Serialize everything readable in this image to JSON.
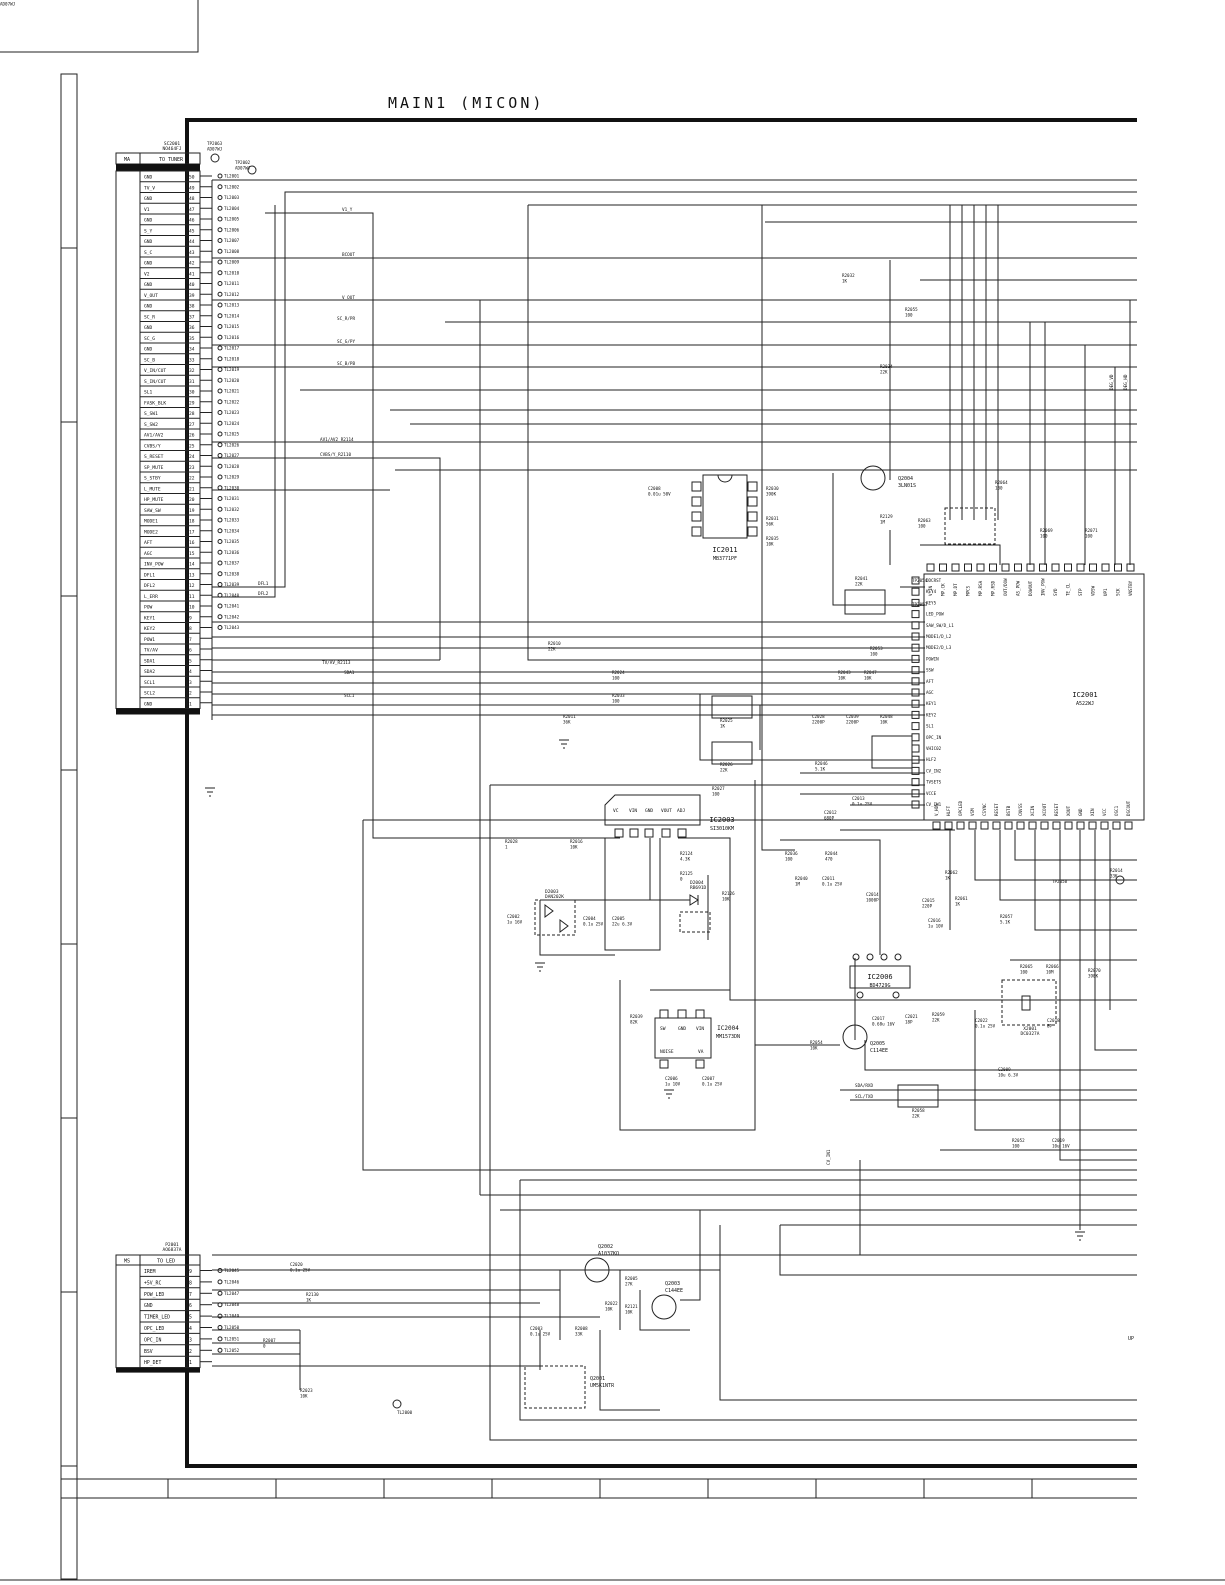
{
  "title": "MAIN1 (MICON)",
  "connector1": {
    "ref": "SC2001",
    "part": "NO464FJ",
    "code": "MA",
    "dest": "TO TUNER",
    "pins": [
      [
        "GND",
        "50"
      ],
      [
        "TV_V",
        "49"
      ],
      [
        "GND",
        "48"
      ],
      [
        "V1",
        "47"
      ],
      [
        "GND",
        "46"
      ],
      [
        "S_Y",
        "45"
      ],
      [
        "GND",
        "44"
      ],
      [
        "S_C",
        "43"
      ],
      [
        "GND",
        "42"
      ],
      [
        "V2",
        "41"
      ],
      [
        "GND",
        "40"
      ],
      [
        "V_OUT",
        "39"
      ],
      [
        "GND",
        "38"
      ],
      [
        "SC_R",
        "37"
      ],
      [
        "GND",
        "36"
      ],
      [
        "SC_G",
        "35"
      ],
      [
        "GND",
        "34"
      ],
      [
        "SC_B",
        "33"
      ],
      [
        "V_IN/CUT",
        "32"
      ],
      [
        "S_IN/CUT",
        "31"
      ],
      [
        "SL1",
        "30"
      ],
      [
        "FASK_BLK",
        "29"
      ],
      [
        "S_SW1",
        "28"
      ],
      [
        "S_SW2",
        "27"
      ],
      [
        "AV1/AV2",
        "26"
      ],
      [
        "CVBS/Y",
        "25"
      ],
      [
        "S_RESET",
        "24"
      ],
      [
        "SP_MUTE",
        "23"
      ],
      [
        "S_STBY",
        "22"
      ],
      [
        "L_MUTE",
        "21"
      ],
      [
        "HP_MUTE",
        "20"
      ],
      [
        "SAW_SW",
        "19"
      ],
      [
        "MODE1",
        "18"
      ],
      [
        "MODE2",
        "17"
      ],
      [
        "AFT",
        "16"
      ],
      [
        "AGC",
        "15"
      ],
      [
        "INV_POW",
        "14"
      ],
      [
        "DFL1",
        "13"
      ],
      [
        "DFL2",
        "12"
      ],
      [
        "L_ERR",
        "11"
      ],
      [
        "POW",
        "10"
      ],
      [
        "KEY1",
        "9"
      ],
      [
        "KEY2",
        "8"
      ],
      [
        "POW1",
        "7"
      ],
      [
        "TV/AV",
        "6"
      ],
      [
        "SDA1",
        "5"
      ],
      [
        "SDA2",
        "4"
      ],
      [
        "SCL1",
        "3"
      ],
      [
        "SCL2",
        "2"
      ],
      [
        "GND",
        "1"
      ]
    ],
    "tls": [
      "TL2001",
      "TL2002",
      "TL2003",
      "TL2004",
      "TL2005",
      "TL2006",
      "TL2007",
      "TL2008",
      "TL2009",
      "TL2010",
      "TL2011",
      "TL2012",
      "TL2013",
      "TL2014",
      "TL2015",
      "TL2016",
      "TL2017",
      "TL2018",
      "TL2019",
      "TL2020",
      "TL2021",
      "TL2022",
      "TL2023",
      "TL2024",
      "TL2025",
      "TL2026",
      "TL2027",
      "TL2028",
      "TL2029",
      "TL2030",
      "TL2031",
      "TL2032",
      "TL2033",
      "TL2034",
      "TL2035",
      "TL2036",
      "TL2037",
      "TL2038",
      "TL2039",
      "TL2040",
      "TL2041",
      "TL2042",
      "TL2043"
    ]
  },
  "connector2": {
    "ref": "P2001",
    "part": "AO6837A",
    "code": "MS",
    "dest": "TO LED",
    "pins": [
      [
        "IREM",
        "9"
      ],
      [
        "+5V_RC",
        "8"
      ],
      [
        "POW_LED",
        "7"
      ],
      [
        "GND",
        "6"
      ],
      [
        "TIMER_LED",
        "5"
      ],
      [
        "OPC_LED",
        "4"
      ],
      [
        "OPC_IN",
        "3"
      ],
      [
        "BSV",
        "2"
      ],
      [
        "HP_DET",
        "1"
      ]
    ],
    "tls": [
      "TL2045",
      "TL2046",
      "TL2047",
      "TL2048",
      "TL2049",
      "TL2050",
      "TL2051",
      "TL2052"
    ]
  },
  "net_labels": [
    {
      "t": "V1_Y"
    },
    {
      "t": "BCOUT"
    },
    {
      "t": "V_OUT"
    },
    {
      "t": "SC_R/PR"
    },
    {
      "t": "SC_G/PY"
    },
    {
      "t": "SC_B/PB"
    },
    {
      "t": "AV1/AV2_R2114"
    },
    {
      "t": "CVBS/Y_R2110"
    },
    {
      "t": "DFL1"
    },
    {
      "t": "DFL2"
    },
    {
      "t": "TV/AV_R2113"
    },
    {
      "t": "SDA1"
    },
    {
      "t": "SCL1"
    },
    {
      "t": "SDA/RXD"
    },
    {
      "t": "SCL/TXD"
    }
  ],
  "ic2001": {
    "name": "IC2001",
    "part": "A522WJ",
    "left_pins": [
      "DDCRST",
      "KEY4",
      "KEY5",
      "LED_POW",
      "SAW_SW/D_L1",
      "MODE1/D_L2",
      "MODE2/D_L3",
      "POWIN",
      "SSW",
      "AFT",
      "AGC",
      "KEY1",
      "KEY2",
      "SL1",
      "OPC_IN",
      "VHIC02",
      "HLF2",
      "CV_IN2",
      "TVSETS",
      "VCCE",
      "CV_IN1"
    ],
    "top_pins": [
      "V_IN",
      "MP.CK",
      "MP.DT",
      "MPCS",
      "MP.RSA",
      "MP.RSD",
      "OUT/DOW",
      "AS_POW",
      "DOWOUT",
      "INV_POW",
      "SYD",
      "TE_CL",
      "STP",
      "VDSW",
      "UP1",
      "SCK",
      "VNSTBY"
    ],
    "bottom_pins": [
      "V_HDS",
      "HLFT",
      "OPCLED",
      "VSM",
      "CSYNC",
      "RESET",
      "BSTB",
      "CNVSS",
      "XCIN",
      "XCOUT",
      "RESET",
      "XOUT",
      "GND",
      "XIN",
      "VCC",
      "OSC1",
      "DSCOUT"
    ]
  },
  "ics": [
    {
      "name": "IC2011",
      "part": "MB3771PF"
    },
    {
      "name": "IC2003",
      "part": "SI3010KM",
      "pins": [
        "VC",
        "VIN",
        "GND",
        "VOUT",
        "ADJ"
      ]
    },
    {
      "name": "IC2004",
      "part": "MM1573DN",
      "pins": [
        "SW",
        "GND",
        "VIN",
        "NOISE",
        "VA"
      ]
    },
    {
      "name": "IC2006",
      "part": "BD4729G"
    }
  ],
  "transistors": [
    {
      "ref": "Q2004",
      "part": "3LN01S"
    },
    {
      "ref": "Q2005",
      "part": "C114EE"
    },
    {
      "ref": "Q2002",
      "part": "A1037KQ"
    },
    {
      "ref": "Q2003",
      "part": "C144EE"
    },
    {
      "ref": "Q2001",
      "part": "UM5K1NTR"
    }
  ],
  "diodes": [
    {
      "ref": "D2003",
      "part": "DAN202K"
    },
    {
      "ref": "D2004",
      "part": "RB691D"
    }
  ],
  "crystal": {
    "ref": "X2001",
    "part": "DC0327A"
  },
  "components": [
    {
      "t": "R2032",
      "v": "1K"
    },
    {
      "t": "R2055",
      "v": "100"
    },
    {
      "t": "R2034",
      "v": "22K"
    },
    {
      "t": "R2064",
      "v": "100"
    },
    {
      "t": "R2063",
      "v": "100"
    },
    {
      "t": "R2129",
      "v": "1M"
    },
    {
      "t": "R2069",
      "v": "100"
    },
    {
      "t": "R2071",
      "v": "100"
    },
    {
      "t": "R2030",
      "v": "390K"
    },
    {
      "t": "R2031",
      "v": "56K"
    },
    {
      "t": "R2035",
      "v": "10K"
    },
    {
      "t": "C2008",
      "v": "0.01u 50V"
    },
    {
      "t": "R2041",
      "v": "22K"
    },
    {
      "t": "TP2054",
      "v": ""
    },
    {
      "t": "TP2053",
      "v": ""
    },
    {
      "t": "R2010",
      "v": "22K"
    },
    {
      "t": "R2024",
      "v": "100"
    },
    {
      "t": "R2033",
      "v": "100"
    },
    {
      "t": "R2011",
      "v": "36K"
    },
    {
      "t": "R2053",
      "v": "100"
    },
    {
      "t": "R2043",
      "v": "10K"
    },
    {
      "t": "R2047",
      "v": "10K"
    },
    {
      "t": "R2025",
      "v": "1K"
    },
    {
      "t": "R2026",
      "v": "22K"
    },
    {
      "t": "C2028",
      "v": "2200P"
    },
    {
      "t": "C2039",
      "v": "2200P"
    },
    {
      "t": "R2048",
      "v": "10K"
    },
    {
      "t": "R2046",
      "v": "5.1K"
    },
    {
      "t": "R2027",
      "v": "100"
    },
    {
      "t": "C2012",
      "v": "680P"
    },
    {
      "t": "C2013",
      "v": "0.1u 25V"
    },
    {
      "t": "R2028",
      "v": "1"
    },
    {
      "t": "R2016",
      "v": "10K"
    },
    {
      "t": "R2124",
      "v": "4.3K"
    },
    {
      "t": "R2125",
      "v": "0"
    },
    {
      "t": "R2126",
      "v": "10K"
    },
    {
      "t": "C2002",
      "v": "1u 16V"
    },
    {
      "t": "C2004",
      "v": "0.1u 25V"
    },
    {
      "t": "C2005",
      "v": "22u 6.3V"
    },
    {
      "t": "R2036",
      "v": "100"
    },
    {
      "t": "R2044",
      "v": "470"
    },
    {
      "t": "R2040",
      "v": "1M"
    },
    {
      "t": "C2011",
      "v": "0.1u 25V"
    },
    {
      "t": "C2014",
      "v": "1000P"
    },
    {
      "t": "C2015",
      "v": "220P"
    },
    {
      "t": "C2016",
      "v": "1u 10V"
    },
    {
      "t": "R2062",
      "v": "1K"
    },
    {
      "t": "R2061",
      "v": "1K"
    },
    {
      "t": "R2057",
      "v": "5.1K"
    },
    {
      "t": "R2065",
      "v": "100"
    },
    {
      "t": "R2066",
      "v": "10M"
    },
    {
      "t": "R2070",
      "v": "390K"
    },
    {
      "t": "C2022",
      "v": "0.1u 25V"
    },
    {
      "t": "C2018",
      "v": "8P"
    },
    {
      "t": "C2021",
      "v": "18P"
    },
    {
      "t": "R2059",
      "v": "22K"
    },
    {
      "t": "C2017",
      "v": "0.68u 16V"
    },
    {
      "t": "R2054",
      "v": "10K"
    },
    {
      "t": "R2039",
      "v": "82K"
    },
    {
      "t": "C2006",
      "v": "1u 10V"
    },
    {
      "t": "C2007",
      "v": "0.1u 25V"
    },
    {
      "t": "C2009",
      "v": "10u 6.3V"
    },
    {
      "t": "R2058",
      "v": "22K"
    },
    {
      "t": "R2052",
      "v": "100"
    },
    {
      "t": "C2019",
      "v": "10u 16V"
    },
    {
      "t": "C2020",
      "v": "0.1u 25V"
    },
    {
      "t": "R2130",
      "v": "1K"
    },
    {
      "t": "R2007",
      "v": "0"
    },
    {
      "t": "R2023",
      "v": "10K"
    },
    {
      "t": "R2005",
      "v": "27K"
    },
    {
      "t": "R2121",
      "v": "10K"
    },
    {
      "t": "R2022",
      "v": "10K"
    },
    {
      "t": "C2003",
      "v": "0.1u 25V"
    },
    {
      "t": "R2008",
      "v": "33K"
    },
    {
      "t": "R2014",
      "v": "33K"
    },
    {
      "t": "TP2058",
      "v": ""
    },
    {
      "t": "TL2000",
      "v": ""
    },
    {
      "t": "TP2002",
      "v": "AD07WJ"
    },
    {
      "t": "TP2063",
      "v": "AD07WJ"
    },
    {
      "t": "TP2052",
      "v": "AD07WJ"
    }
  ],
  "side_labels": [
    "DEG_VD",
    "DEG_HD",
    "CV_IN1",
    "UP"
  ]
}
